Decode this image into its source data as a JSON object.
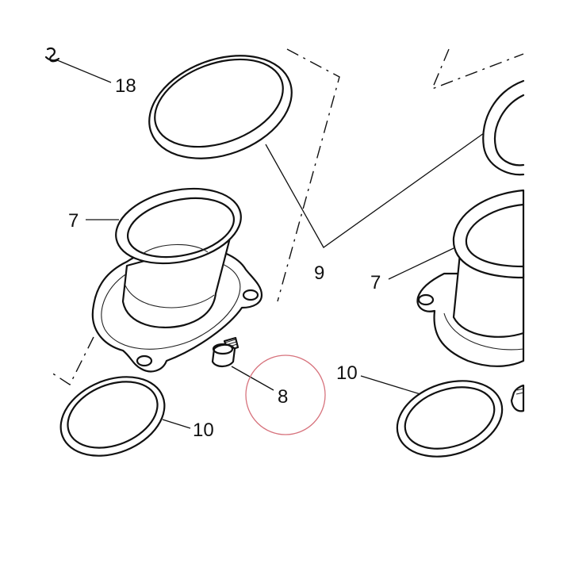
{
  "callouts": {
    "c18": "18",
    "c7_left": "7",
    "c9": "9",
    "c7_right": "7",
    "c10_right": "10",
    "c8": "8",
    "c10_left": "10"
  },
  "colors": {
    "line": "#111111",
    "highlight_circle": "#d7737d",
    "background": "#ffffff"
  }
}
